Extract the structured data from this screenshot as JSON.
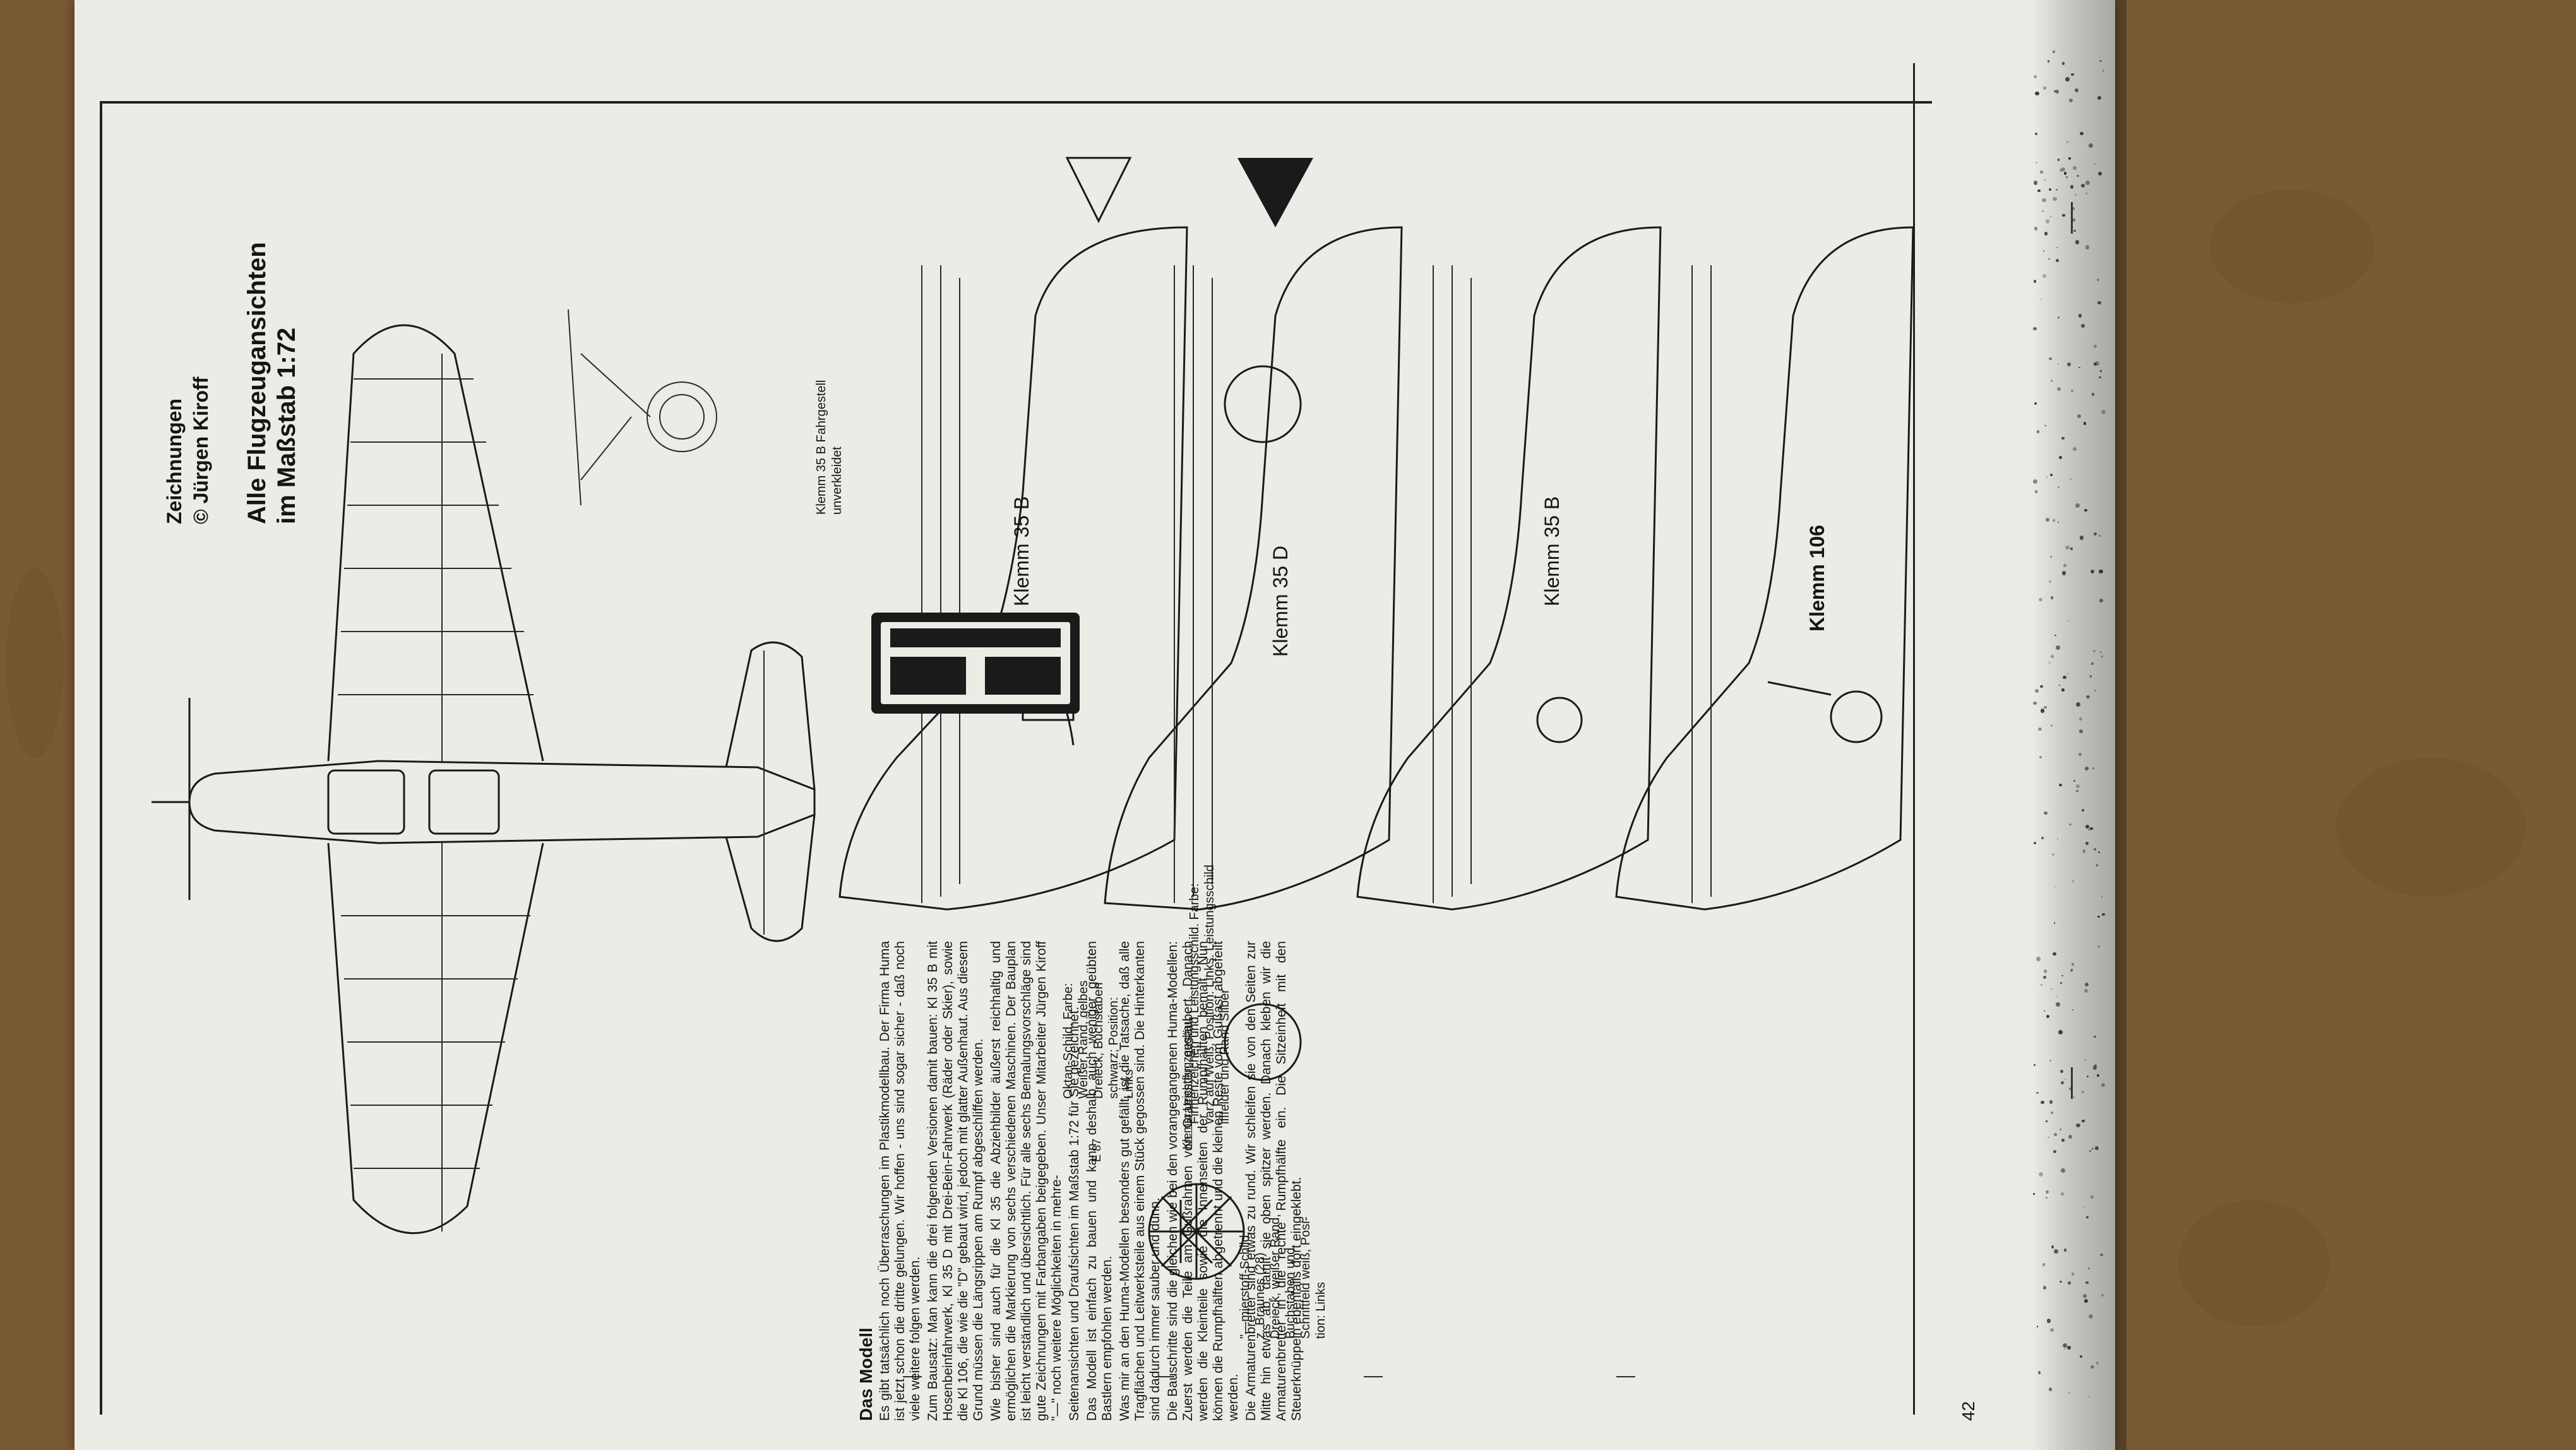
{
  "page": {
    "number": "42"
  },
  "header": {
    "credit_line1": "Zeichnungen",
    "credit_line2": "© Jürgen Kiroff",
    "title_line1": "Alle Flugzeugansichten",
    "title_line2": "im Maßstab 1:72"
  },
  "labels": {
    "klemm_35b_top": "Klemm 35 B",
    "klemm_35d": "Klemm 35 D",
    "klemm_35b_lower": "Klemm 35 B",
    "klemm_106": "Klemm 106",
    "gear_caption_line1": "Klemm 35 B Fahrgestell",
    "gear_caption_line2": "unverkleidet"
  },
  "markings": {
    "fuel_sign_lines": [
      "\"—mierstoff-Schild,",
      "z. Braunes (28)",
      "Dreieck, weißer Rand,",
      "Buchstaben und",
      "Schriftfeld weiß, Posi-",
      "tion: Links"
    ],
    "octane_sign_lines": [
      "Oktan-Schild, Farbe:",
      "Weißer Rand, gelbes",
      "Dreieck, Buchstaben",
      "schwarz; Position:",
      "Links"
    ],
    "octane_triangle_text": "E 87",
    "logo_caption": "Klemm Leichtflugzeugbau",
    "company_sign_lines": [
      "Firmenzeichen und Leistungsschild. Farbe:",
      "varz auf Weiß, Position: Links. Leistungsschild",
      "ifffelder und Rand Silber"
    ]
  },
  "article": {
    "heading": "Das Modell",
    "paragraphs": [
      "Es gibt tatsächlich noch Überraschungen im Plastikmodellbau. Der Firma Huma ist jetzt schon die dritte gelungen. Wir hoffen - uns sind sogar sicher - daß noch viele weitere folgen werden.",
      "Zum Bausatz: Man kann die drei folgenden Versionen damit bauen: Kl 35 B mit Hosenbeinfahrwerk, Kl 35 D mit Drei-Bein-Fahrwerk (Räder oder Skier), sowie die Kl 106, die wie die \"D\" gebaut wird, jedoch mit glatter Außenhaut. Aus diesem Grund müssen die Längsrippen am Rumpf abgeschliffen werden.",
      "Wie bisher sind auch für die Kl 35 die Abziehbilder äußerst reichhaltig und ermöglichen die Markierung von sechs verschiedenen Maschinen. Der Bauplan ist leicht verständlich und übersichtlich. Für alle sechs Bemalungsvorschläge sind gute Zeichnungen mit Farbangaben beigegeben. Unser Mitarbeiter Jürgen Kiroff \"—\" noch weitere Möglichkeiten in mehre-",
      "Seitenansichten und Draufsichten im Maßstab 1:72 für Sie gezeichnet.",
      "Das Modell ist einfach zu bauen und kann deshalb auch weniger geübten Bastlern empfohlen werden.",
      "Was mir an den Huma-Modellen besonders gut gefällt, ist die Tatsache, daß alle Tragflächen und Leitwerksteile aus einem Stück gegossen sind. Die Hinterkanten sind dadurch immer sauber und dünn.",
      "Die Bauschritte sind die gleichen wie bei den vorangegangenen Huma-Modellen: Zuerst werden die Teile am Gußrahmen von Gratresten gesäubert. Danach werden die Kleinteile sowie die Innenseiten der Rumpfhälften bemalt. Nun können die Rumpfhälften abgetrennt und die kleinen Reste vom Gußast abgefeilt werden.",
      "Die Armaturenbretter sind etwas zu rund. Wir schleifen sie von den Seiten zur Mitte hin etwas ab, damit sie oben spitzer werden. Danach kleben wir die Armaturenbretter in die rechte Rumpfhälfte ein. Die Sitzeinheit mit den Steuerknüppeln ebenfalls dort eingeklebt."
    ]
  }
}
